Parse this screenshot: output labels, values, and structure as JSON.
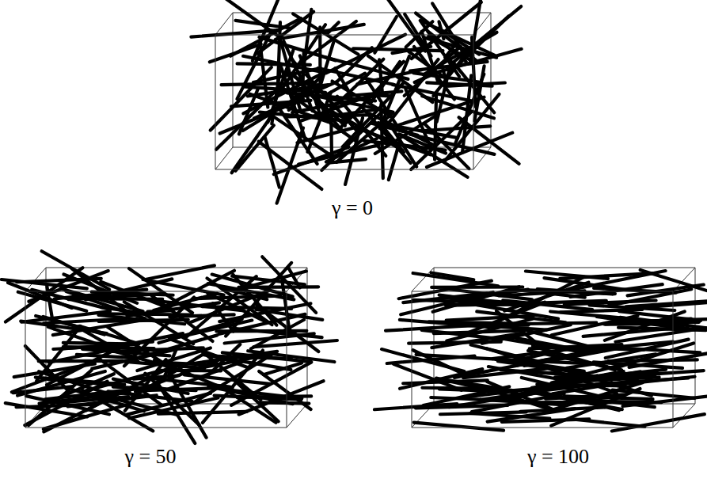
{
  "diagram": {
    "labels": [
      "γ = 0",
      "γ = 50",
      "γ = 100"
    ]
  }
}
